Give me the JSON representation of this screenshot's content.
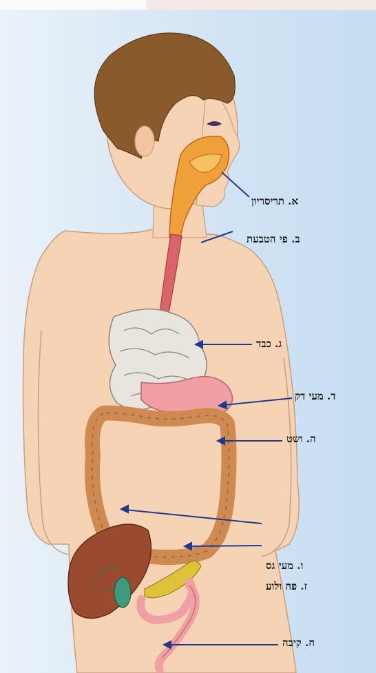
{
  "labels": [
    {
      "text": "א. תריסריון"
    },
    {
      "text": "ב. פי הטבעת"
    },
    {
      "text": "ג. כבד"
    },
    {
      "text": "ד. מעי דק"
    },
    {
      "text": "ה. ושט"
    },
    {
      "text": "ו. מעי גס"
    },
    {
      "text": "ז. פה ולוע"
    },
    {
      "text": "ח. קיבה"
    }
  ],
  "colors": {
    "background": "#d3e5f4",
    "pointer": "#1f3a8a",
    "skin": "#f6d3b4",
    "hair": "#8b5a2b",
    "esophagus": "#d9646a",
    "small_intestine": "#e8e4de",
    "stomach": "#f0a0a5",
    "large_intestine": "#cf8a52",
    "liver": "#9a4a2e",
    "pancreas": "#e0c23a",
    "gallbladder": "#3e9a7a"
  }
}
